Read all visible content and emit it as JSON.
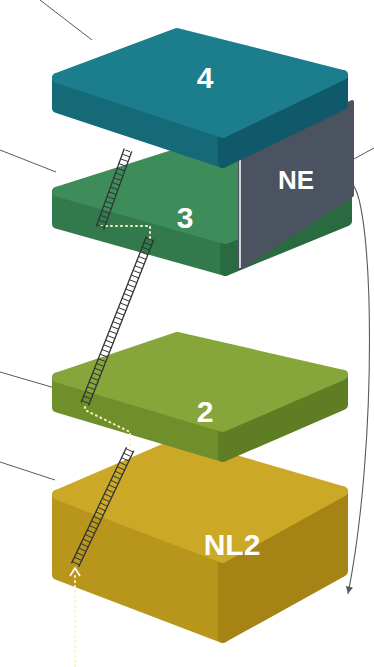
{
  "diagram": {
    "nodes": [
      {
        "text": [
          "4"
        ]
      },
      {
        "text": [
          "3"
        ]
      },
      {
        "text": [
          "NE"
        ]
      },
      {
        "text": [
          "2"
        ]
      },
      {
        "text": [
          "NL2"
        ]
      }
    ],
    "edges": [
      {
        "from": 4,
        "to": 3,
        "arrow": "none"
      },
      {
        "from": 3,
        "to": 1,
        "arrow": "none"
      },
      {
        "from": 1,
        "to": 0,
        "arrow": "to"
      },
      {
        "from": 2,
        "to": 4,
        "arrow": "to"
      }
    ]
  }
}
